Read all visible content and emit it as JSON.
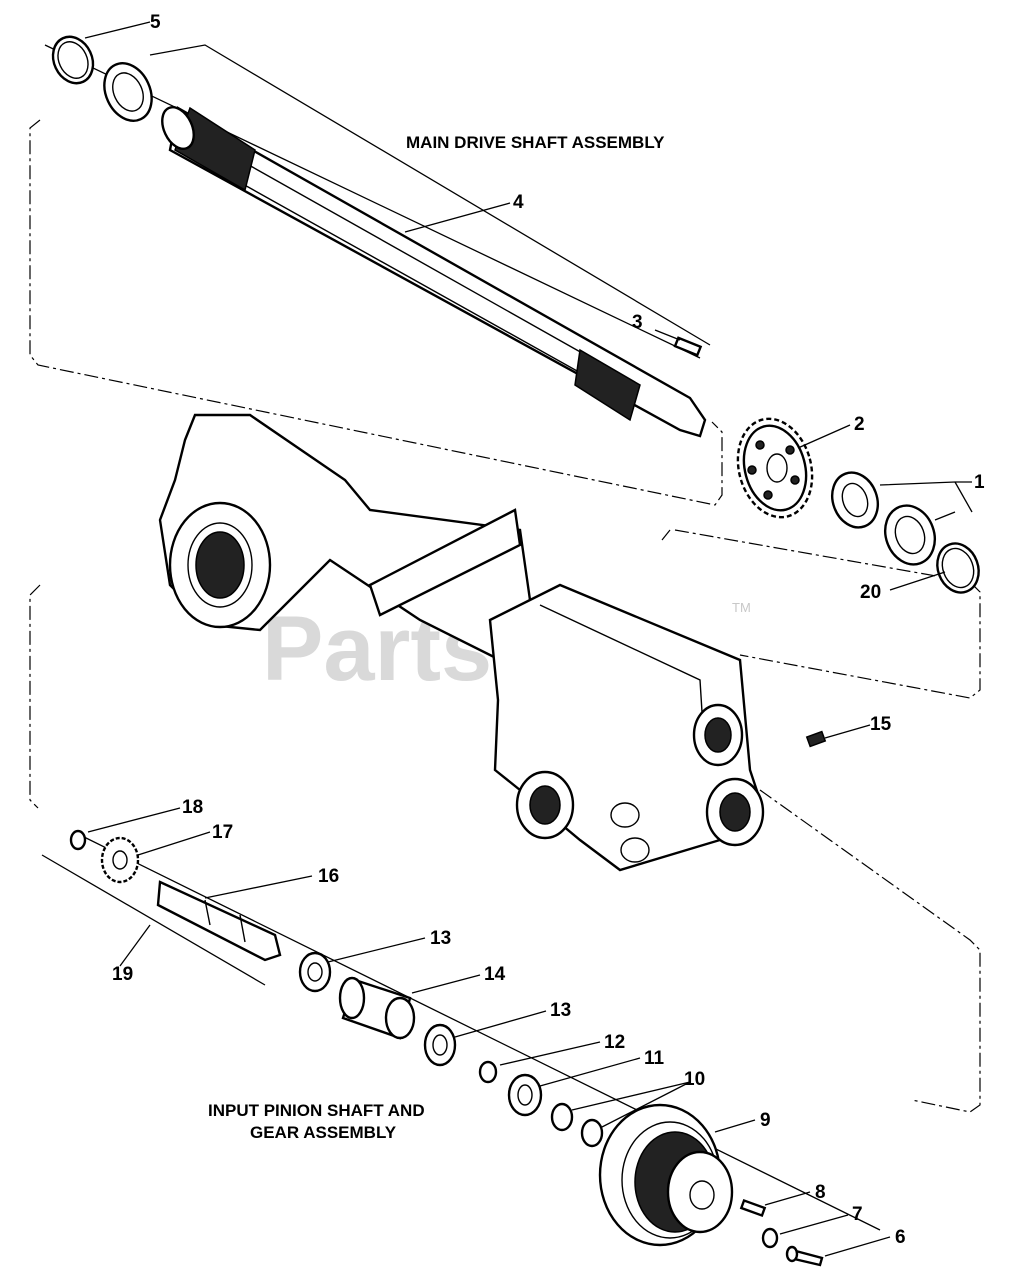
{
  "titles": {
    "main": "MAIN DRIVE SHAFT ASSEMBLY",
    "input_line1": "INPUT PINION SHAFT AND",
    "input_line2": "GEAR ASSEMBLY"
  },
  "watermark": {
    "text": "PartsTree",
    "tm": "TM"
  },
  "callouts": {
    "c1": "1",
    "c2": "2",
    "c3": "3",
    "c4": "4",
    "c5": "5",
    "c6": "6",
    "c7": "7",
    "c8": "8",
    "c9": "9",
    "c10": "10",
    "c11": "11",
    "c12": "12",
    "c13a": "13",
    "c13b": "13",
    "c14": "14",
    "c15": "15",
    "c16": "16",
    "c17": "17",
    "c18": "18",
    "c19": "19",
    "c20": "20"
  }
}
